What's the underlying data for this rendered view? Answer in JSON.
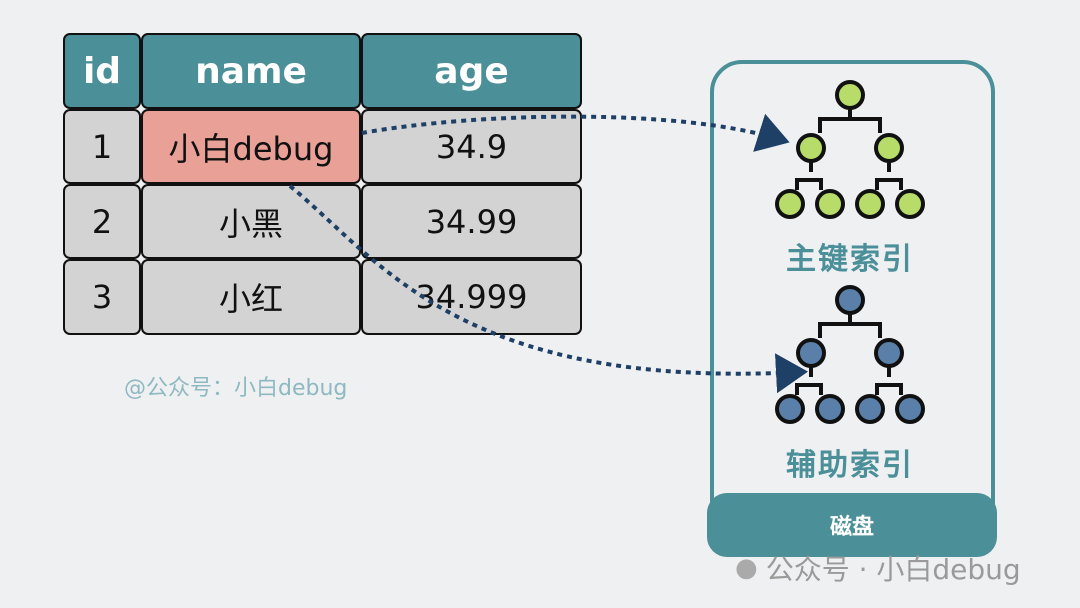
{
  "table": {
    "headers": [
      "id",
      "name",
      "age"
    ],
    "rows": [
      [
        "1",
        "小白debug",
        "34.9"
      ],
      [
        "2",
        "小黑",
        "34.99"
      ],
      [
        "3",
        "小红",
        "34.999"
      ]
    ]
  },
  "disk": {
    "primary_label": "主键索引",
    "secondary_label": "辅助索引",
    "disk_label": "磁盘"
  },
  "watermarks": {
    "inline": "@公众号：小白debug",
    "corner": "公众号 · 小白debug"
  },
  "colors": {
    "header": "#4b8f99",
    "highlight": "#e9a197",
    "primary_node": "#b7dc6a",
    "secondary_node": "#5a80aa",
    "arrow": "#1e3f66"
  }
}
